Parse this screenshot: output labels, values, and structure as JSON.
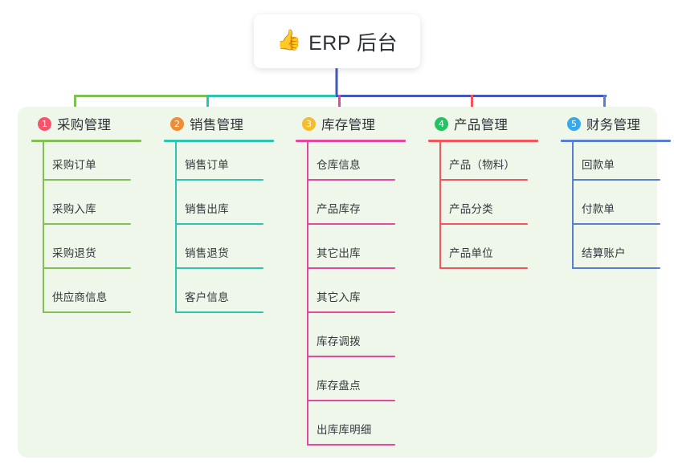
{
  "root": {
    "icon": "thumbs-up-icon",
    "icon_glyph": "👍",
    "title": "ERP 后台"
  },
  "palette": {
    "page_background": "#ffffff",
    "panel_background": "#eef7e9",
    "card_background": "#ffffff",
    "text": "#2f3339",
    "root_stem": "#4058b8"
  },
  "columns": [
    {
      "number": "1",
      "badge_color": "#f4556c",
      "line_color": "#82c056",
      "label": "采购管理",
      "items": [
        "采购订单",
        "采购入库",
        "采购退货",
        "供应商信息"
      ]
    },
    {
      "number": "2",
      "badge_color": "#f08c33",
      "line_color": "#2ec4b0",
      "label": "销售管理",
      "items": [
        "销售订单",
        "销售出库",
        "销售退货",
        "客户信息"
      ]
    },
    {
      "number": "3",
      "badge_color": "#f5bc2b",
      "line_color": "#e5489f",
      "label": "库存管理",
      "items": [
        "仓库信息",
        "产品库存",
        "其它出库",
        "其它入库",
        "库存调拨",
        "库存盘点",
        "出库库明细"
      ]
    },
    {
      "number": "4",
      "badge_color": "#25c162",
      "line_color": "#f4555a",
      "label": "产品管理",
      "items": [
        "产品（物料）",
        "产品分类",
        "产品单位"
      ]
    },
    {
      "number": "5",
      "badge_color": "#38a8ec",
      "line_color": "#5a7fd0",
      "label": "财务管理",
      "items": [
        "回款单",
        "付款单",
        "结算账户"
      ]
    }
  ]
}
